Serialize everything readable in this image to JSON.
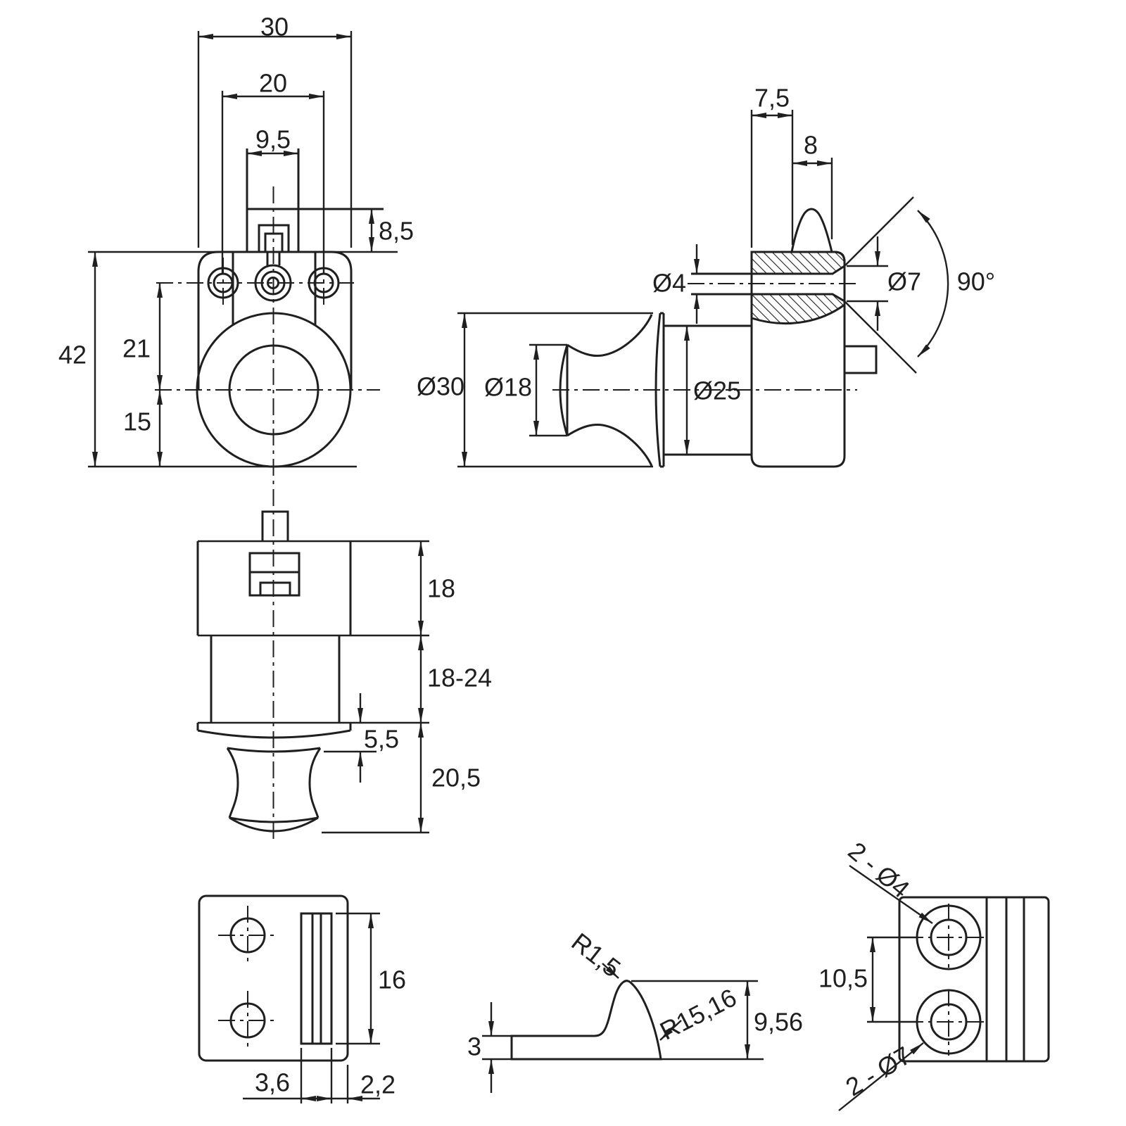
{
  "drawing": {
    "background": "#ffffff",
    "line_color": "#1f1f1f",
    "views": {
      "front": {
        "dims": {
          "outer_width": "30",
          "hole_spacing": "20",
          "tongue_width": "9,5",
          "tongue_height": "8,5",
          "total_height": "42",
          "axis_offset": "21",
          "ring_center_height": "15"
        }
      },
      "side_section": {
        "dims": {
          "body_depth": "7,5",
          "bump_width": "8",
          "screw_hole_dia": "Ø4",
          "countersink_dia": "Ø7",
          "countersink_angle": "90°",
          "flange_dia": "Ø30",
          "knob_waist_dia": "Ø18",
          "barrel_dia": "Ø25"
        }
      },
      "side_elevation": {
        "dims": {
          "head_height": "18",
          "barrel_height": "18-24",
          "flange_thickness": "5,5",
          "knob_height": "20,5"
        }
      },
      "plate_front": {
        "dims": {
          "ridge_length": "16",
          "ridge_width": "3,6",
          "edge_offset": "2,2"
        }
      },
      "ramp_profile": {
        "dims": {
          "crest_radius": "R1,5",
          "ramp_radius": "R15,16",
          "ramp_height": "9,56",
          "base_thickness": "3"
        }
      },
      "plate_back": {
        "dims": {
          "small_holes": "2 - Ø4",
          "hole_spacing": "10,5",
          "large_holes": "2 - Ø7"
        }
      }
    }
  }
}
